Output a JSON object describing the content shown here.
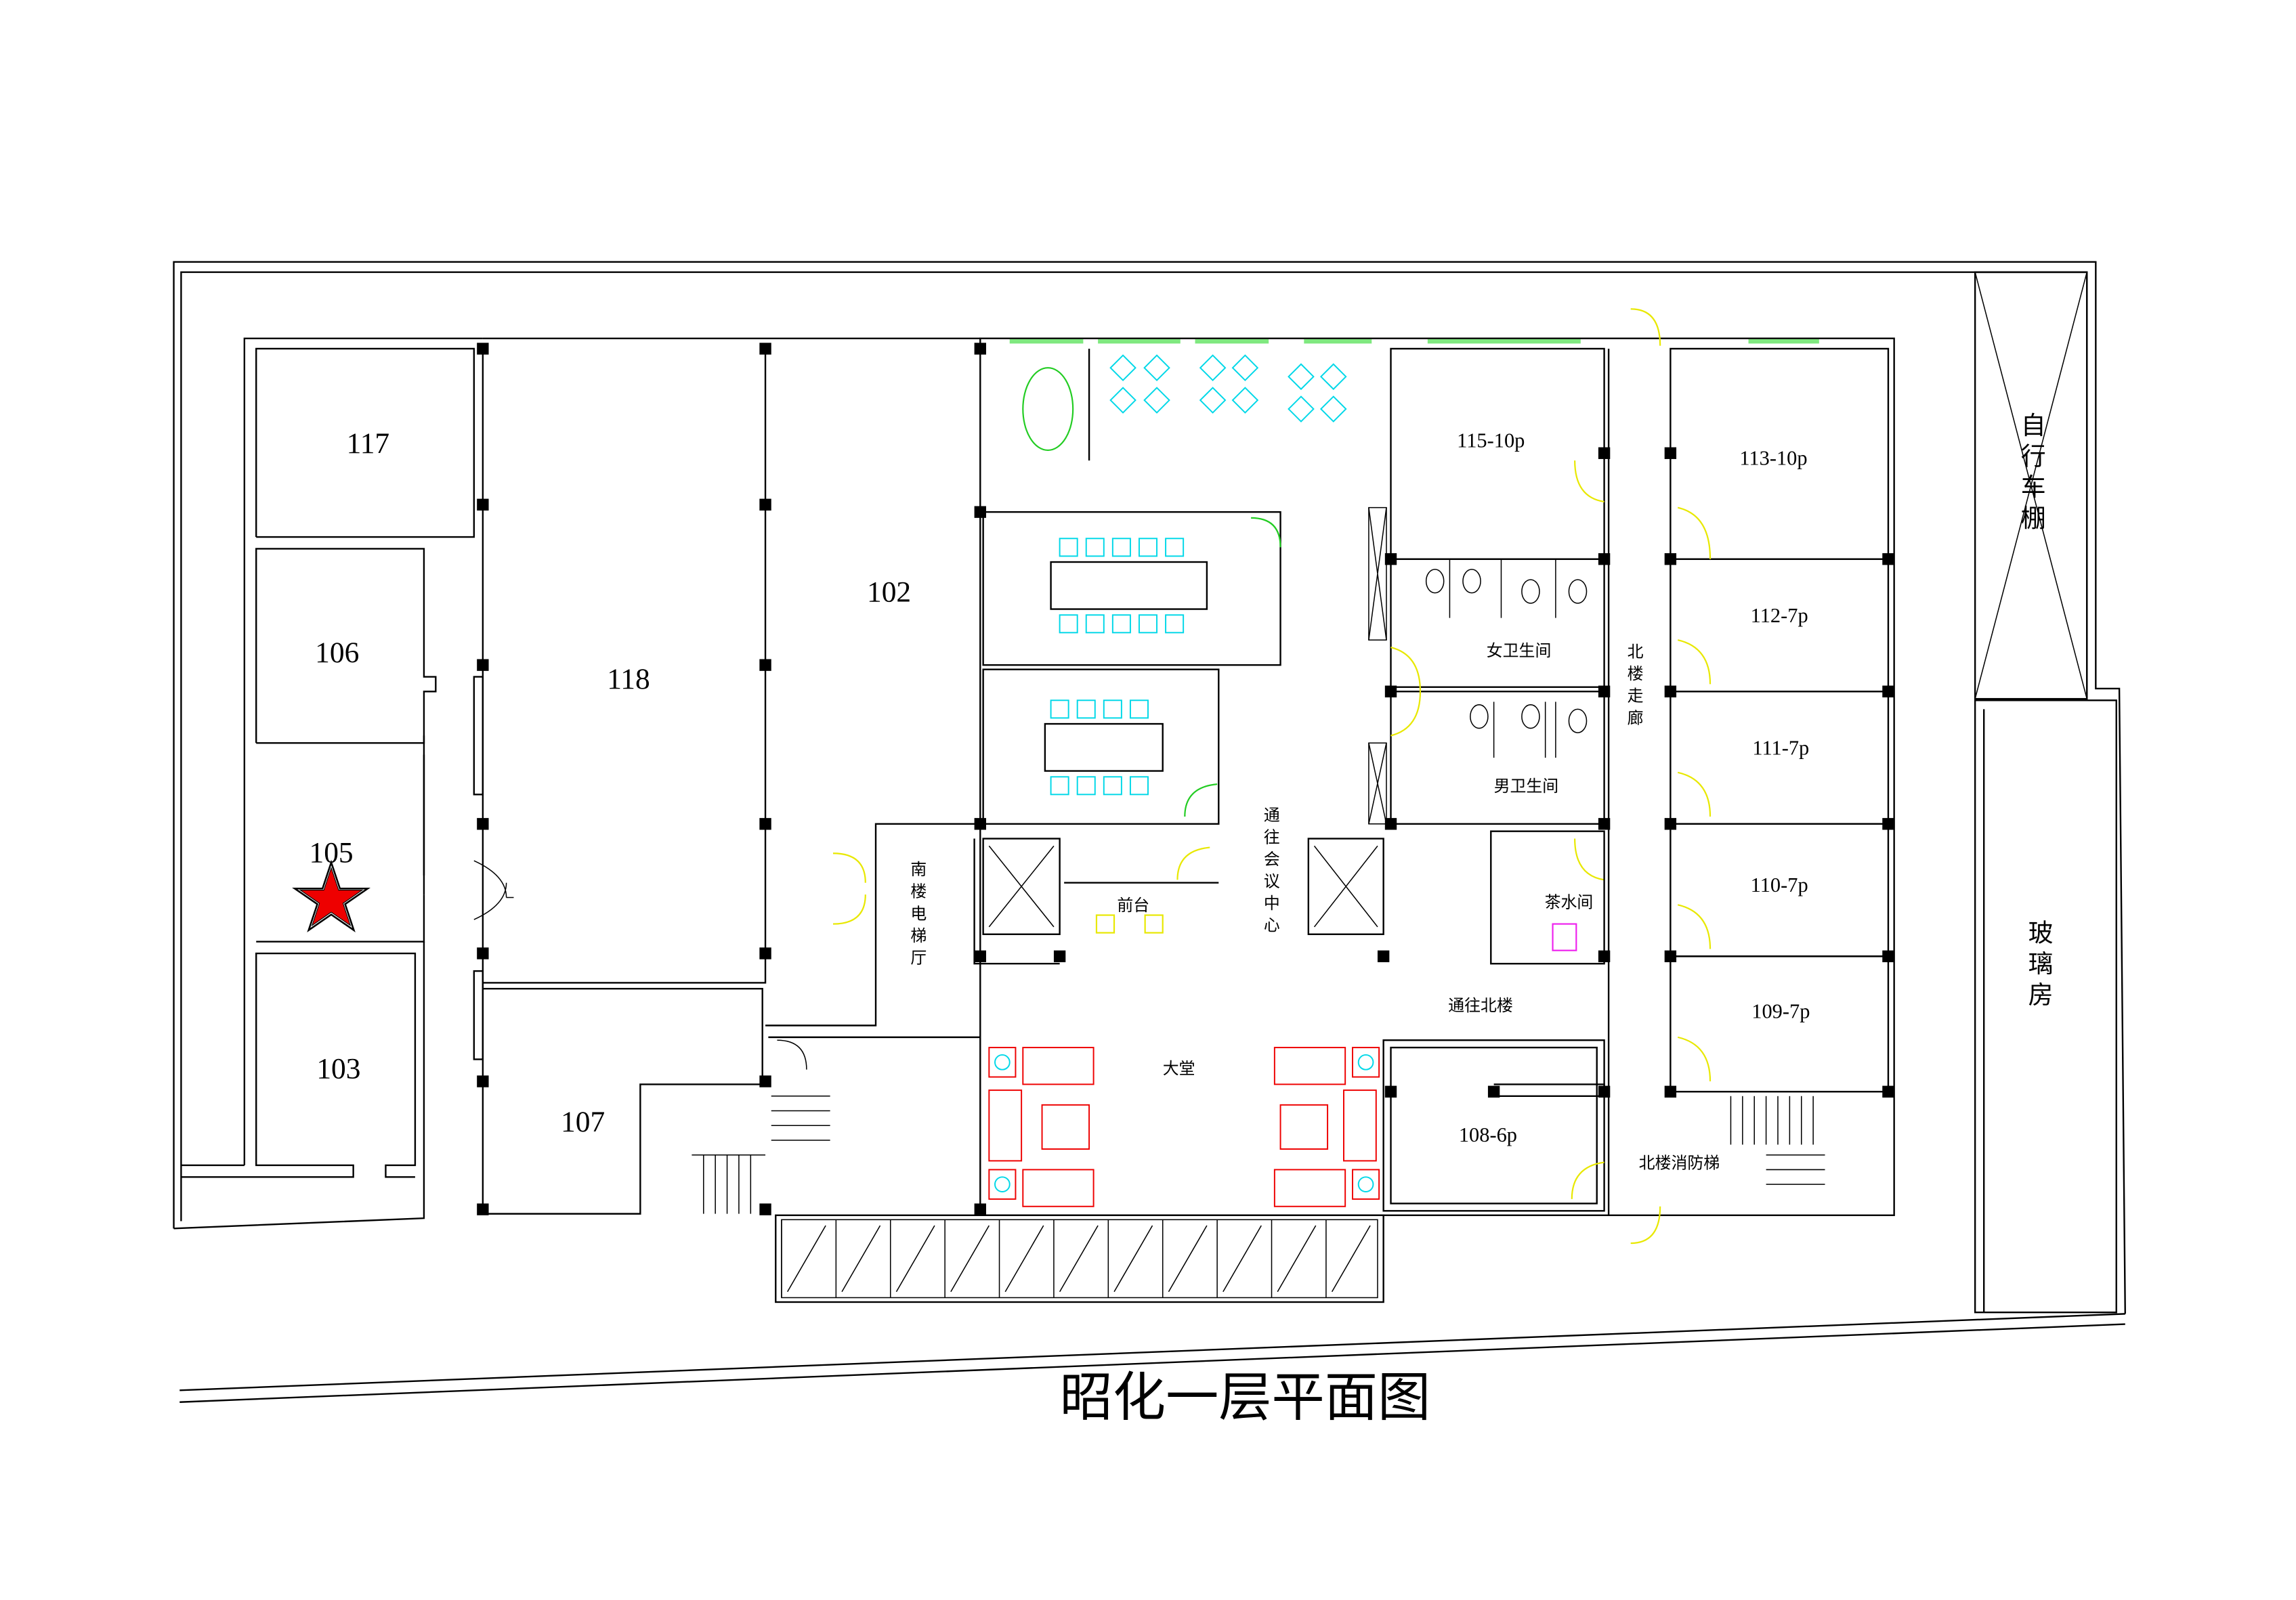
{
  "title": "昭化一层平面图",
  "rooms": {
    "r117": "117",
    "r106": "106",
    "r105": "105",
    "r103": "103",
    "r118": "118",
    "r102": "102",
    "r107": "107",
    "r115": "115-10p",
    "r113": "113-10p",
    "r112": "112-7p",
    "r111": "111-7p",
    "r110": "110-7p",
    "r109": "109-7p",
    "r108": "108-6p"
  },
  "labels": {
    "womens_wc": "女卫生间",
    "mens_wc": "男卫生间",
    "tea_room": "茶水间",
    "front_desk": "前台",
    "lobby": "大堂",
    "to_conference": "通往会议中心",
    "to_north": "通往北楼",
    "north_corridor": "北楼走廊",
    "south_elevator_hall": "南楼电梯厅",
    "north_fire_stairs": "北楼消防梯",
    "bike_shed": "自行车棚",
    "glass_room": "玻璃房"
  },
  "marker": {
    "room": "105",
    "icon": "star-icon",
    "color": "#ee0000"
  },
  "colors": {
    "wall": "#000000",
    "door": "#e8e800",
    "furniture_conf": "#00d8e8",
    "furniture_lobby": "#ee0000",
    "window": "#7fe87f"
  }
}
